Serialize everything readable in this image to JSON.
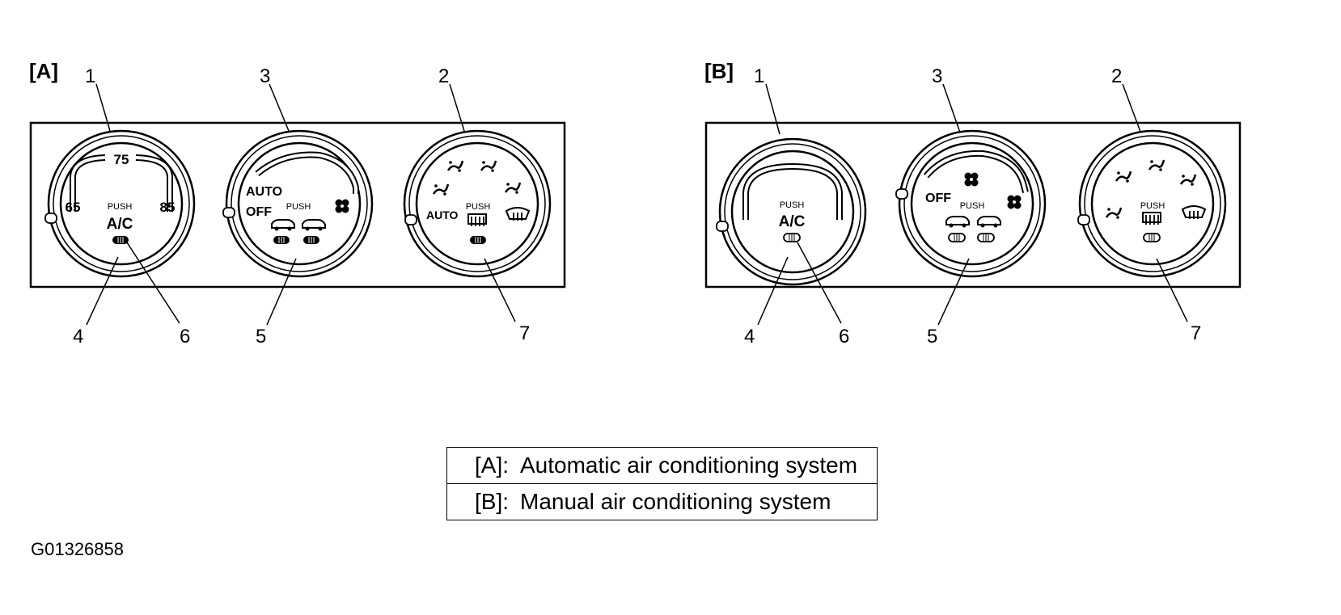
{
  "panels": [
    {
      "tag": "[A]",
      "callouts": {
        "c1": "1",
        "c2": "2",
        "c3": "3",
        "c4": "4",
        "c5": "5",
        "c6": "6",
        "c7": "7"
      },
      "temp": {
        "top": "75",
        "left": "65",
        "right": "85",
        "push": "PUSH",
        "ac": "A/C"
      },
      "fan": {
        "auto": "AUTO",
        "off": "OFF",
        "push": "PUSH"
      },
      "mode": {
        "auto": "AUTO",
        "push": "PUSH"
      }
    },
    {
      "tag": "[B]",
      "callouts": {
        "c1": "1",
        "c2": "2",
        "c3": "3",
        "c4": "4",
        "c5": "5",
        "c6": "6",
        "c7": "7"
      },
      "temp": {
        "push": "PUSH",
        "ac": "A/C"
      },
      "fan": {
        "off": "OFF",
        "push": "PUSH"
      },
      "mode": {
        "push": "PUSH"
      }
    }
  ],
  "legend": [
    {
      "key": "[A]:",
      "value": "Automatic air conditioning system"
    },
    {
      "key": "[B]:",
      "value": "Manual air conditioning system"
    }
  ],
  "figure_id": "G01326858"
}
